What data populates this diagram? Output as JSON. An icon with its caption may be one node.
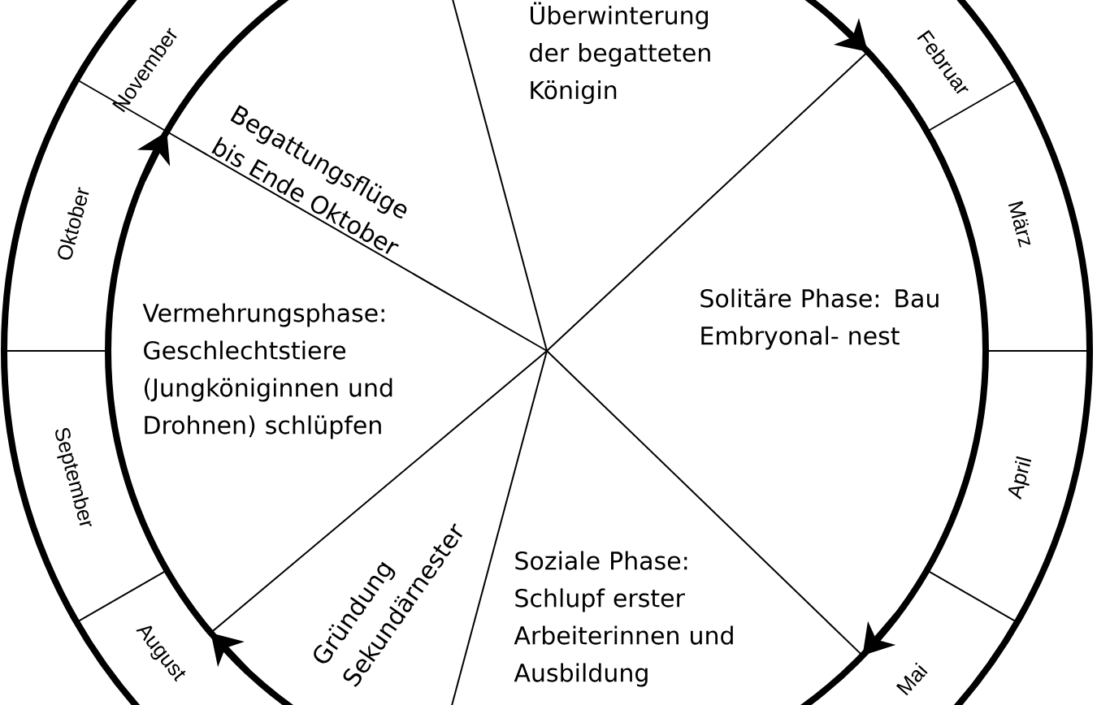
{
  "diagram": {
    "nodes": [
      {
        "text": [
          "November"
        ]
      },
      {
        "text": [
          "Überwinterung der begatteten Königin"
        ]
      },
      {
        "text": [
          "Februar"
        ]
      },
      {
        "text": [
          "Begattungsflüge bis Ende Oktober"
        ]
      },
      {
        "text": [
          "Oktober"
        ]
      },
      {
        "text": [
          "März"
        ]
      },
      {
        "text": [
          "Solitäre Phase: Bau Embryonal- nest"
        ]
      },
      {
        "text": [
          "Vermehrungsphase: Geschlechtstiere (Jungköniginnen und Drohnen) schlüpfen"
        ]
      },
      {
        "text": [
          "September"
        ]
      },
      {
        "text": [
          "April"
        ]
      },
      {
        "text": [
          "Gründung Sekundärnester"
        ]
      },
      {
        "text": [
          "Soziale Phase: Schlupf erster Arbeiterinnen und Ausbildung"
        ]
      },
      {
        "text": [
          "August"
        ]
      },
      {
        "text": [
          "Mai"
        ]
      }
    ]
  }
}
